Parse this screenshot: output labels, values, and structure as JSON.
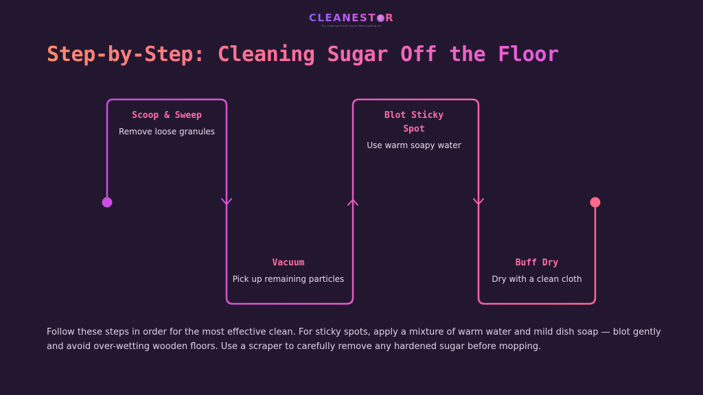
{
  "logo": {
    "name_part1": "CLEANEST",
    "name_part2": "R",
    "tagline": "The Cleaning Secret You've Been Looking For"
  },
  "title": "Step-by-Step: Cleaning Sugar Off the Floor",
  "steps": [
    {
      "title": "Scoop & Sweep",
      "description": "Remove loose granules"
    },
    {
      "title": "Vacuum",
      "description": "Pick up remaining particles"
    },
    {
      "title": "Blot Sticky Spot",
      "description": "Use warm soapy water"
    },
    {
      "title": "Buff Dry",
      "description": "Dry with a clean cloth"
    }
  ],
  "footer": "Follow these steps in order for the most effective clean. For sticky spots, apply a mixture of warm water and mild dish soap — blot gently and avoid over-wetting wooden floors. Use a scraper to carefully remove any hardened sugar before mopping.",
  "colors": {
    "background": "#231730",
    "path_start": "#c94fe0",
    "path_end": "#ff6a8a",
    "step_title": "#ff6fa8"
  }
}
